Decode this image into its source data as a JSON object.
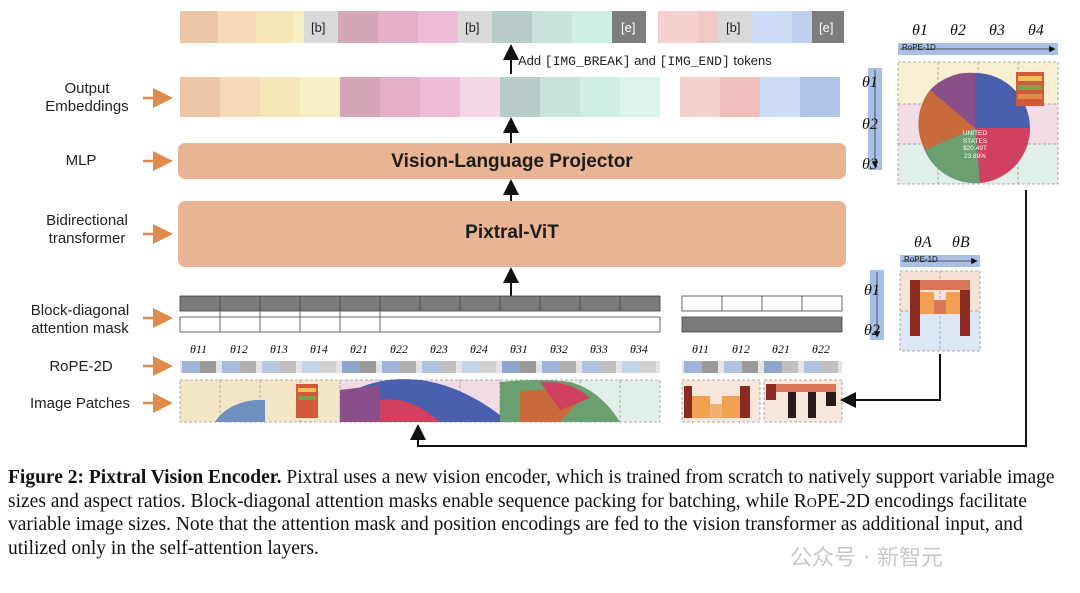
{
  "left_labels": {
    "output_embeddings": [
      "Output",
      "Embeddings"
    ],
    "mlp": "MLP",
    "bidirectional": [
      "Bidirectional",
      "transformer"
    ],
    "attention_mask": [
      "Block-diagonal",
      "attention mask"
    ],
    "rope": "RoPE-2D",
    "patches": "Image Patches"
  },
  "blocks": {
    "projector": "Vision-Language Projector",
    "vit": "Pixtral-ViT"
  },
  "tokens": {
    "break": "[b]",
    "end": "[e]",
    "add_text_prefix": "Add",
    "img_break": "[IMG_BREAK]",
    "and": "and",
    "img_end": "[IMG_END]",
    "tokens_word": "tokens"
  },
  "rope_labels_img1": [
    "θ11",
    "θ12",
    "θ13",
    "θ14",
    "θ21",
    "θ22",
    "θ23",
    "θ24",
    "θ31",
    "θ32",
    "θ33",
    "θ34"
  ],
  "rope_labels_img2": [
    "θ11",
    "θ12",
    "θ21",
    "θ22"
  ],
  "right_panel_top": {
    "thetas": [
      "θ1",
      "θ2",
      "θ3",
      "θ4"
    ],
    "rows": [
      "θ1",
      "θ2",
      "θ3"
    ],
    "rope1d": "RoPE-1D",
    "pie_text": [
      "UNITED",
      "STATES",
      "$20.49T",
      "23.89%"
    ]
  },
  "right_panel_bottom": {
    "thetas": [
      "θA",
      "θB"
    ],
    "rows": [
      "θ1",
      "θ2"
    ],
    "rope1d": "RoPE-1D"
  },
  "caption": {
    "title": "Figure 2: Pixtral Vision Encoder.",
    "body1": " Pixtral uses a new vision encoder, which is trained from scratch to natively support variable image sizes and aspect ratios. Block-diagonal attention masks enable sequence packing for batching, while ",
    "rope_sc": "RoPE-2D",
    "body2": " encodings facilitate variable image sizes. Note that the attention mask and position encodings are fed to the vision transformer as additional input, and utilized only in the self-attention layers."
  },
  "watermark": "公众号 · 新智元",
  "colors": {
    "block_fill": "#e8b493",
    "block_fill_light": "#f0c4a6",
    "arrow_orange": "#e08a4e",
    "mask_dark": "#7b7b7b",
    "rope_blue": "#9fb4d8"
  }
}
